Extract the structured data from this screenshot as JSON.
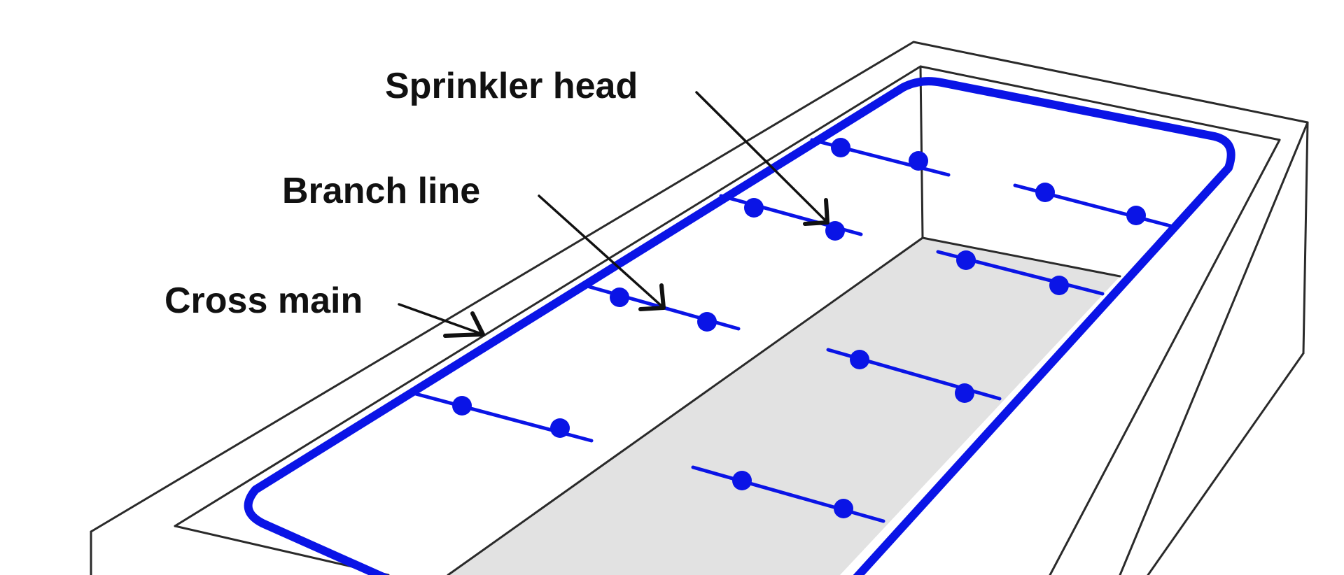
{
  "labels": {
    "sprinkler_head": "Sprinkler head",
    "branch_line": "Branch line",
    "cross_main": "Cross main"
  },
  "colors": {
    "pipe": "#0a14e6",
    "outline": "#2a2a2a",
    "floor": "#e2e2e2",
    "background": "#ffffff",
    "text": "#111111"
  },
  "branch_lines_count": 8,
  "sprinkler_heads_count": 16
}
